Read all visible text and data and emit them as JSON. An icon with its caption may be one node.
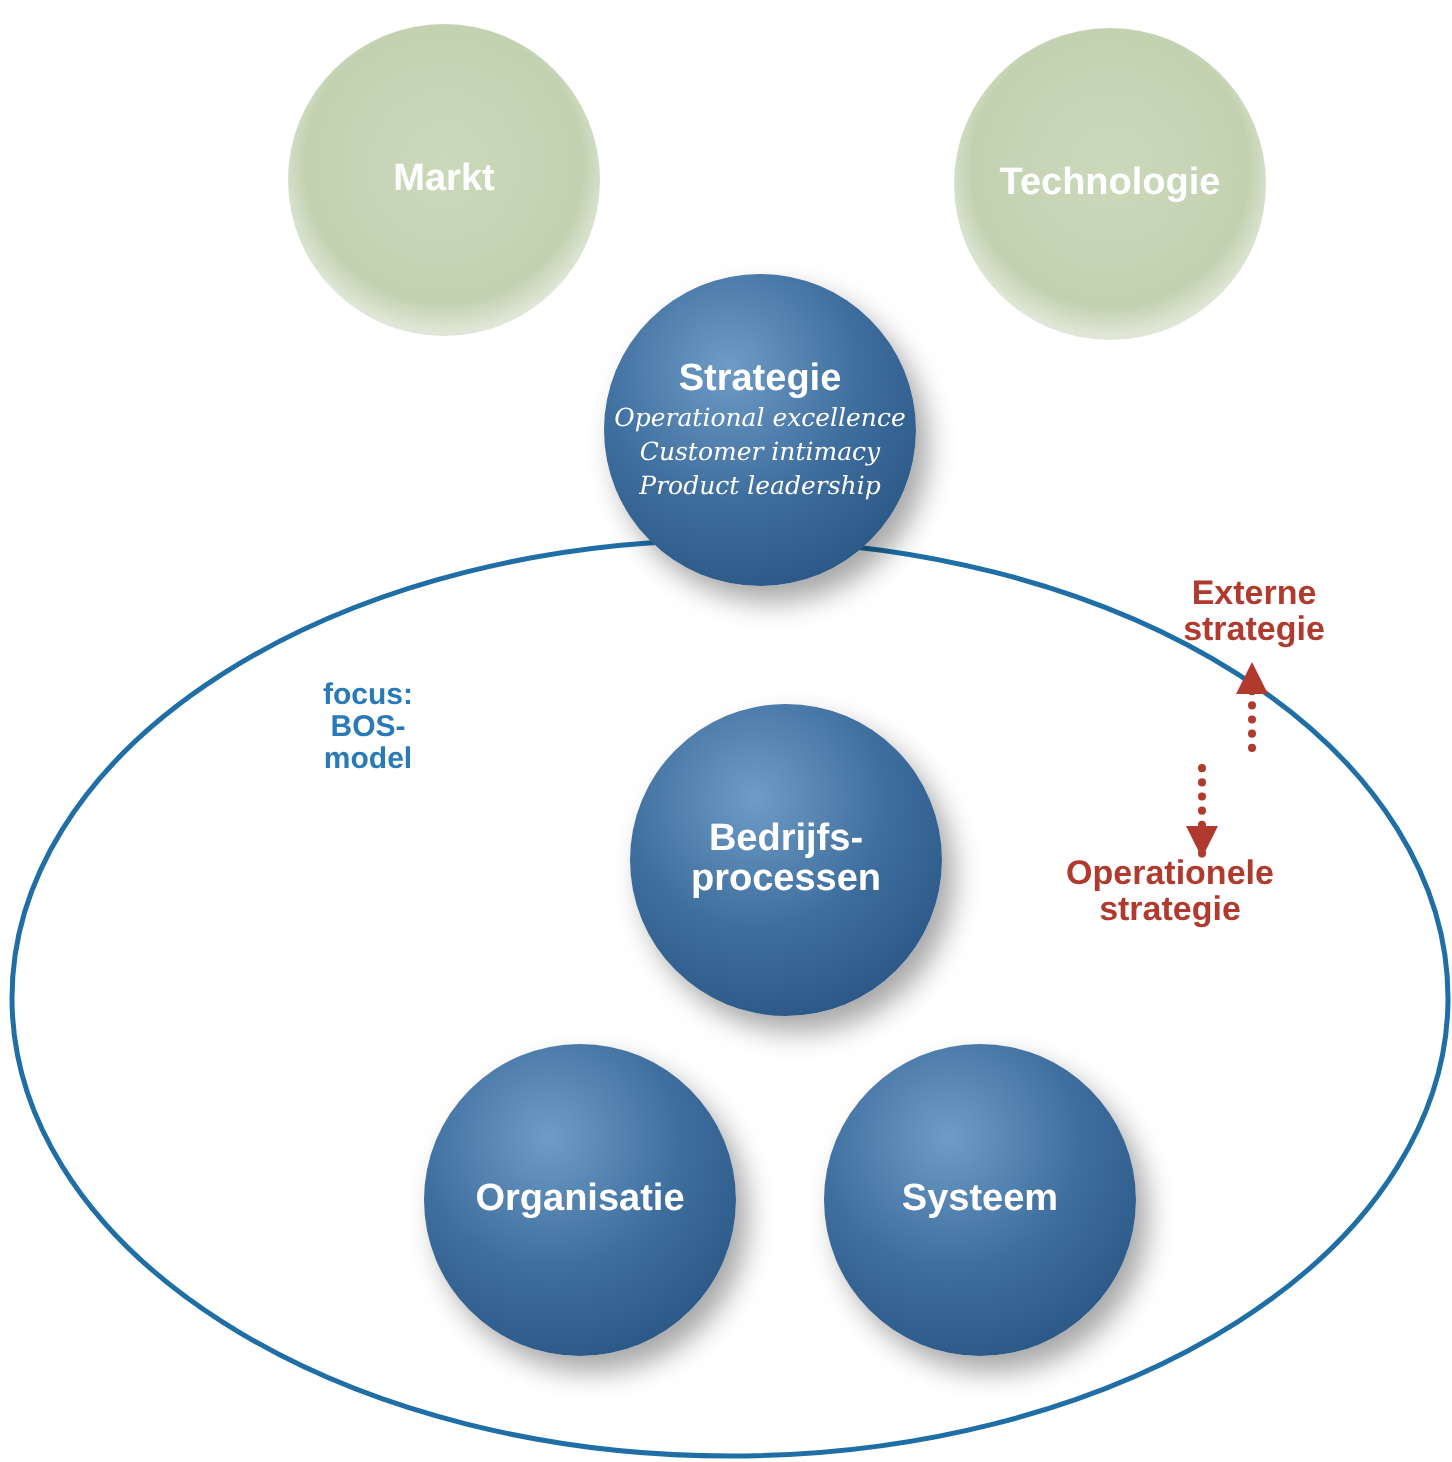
{
  "diagram": {
    "nodes": [
      {
        "text": [
          "Markt"
        ]
      },
      {
        "text": [
          "Technologie"
        ]
      },
      {
        "text": [
          "Strategie",
          "Operational excellence",
          "Customer intimacy",
          "Product leadership"
        ]
      },
      {
        "text": [
          "focus: BOS-model"
        ]
      },
      {
        "text": [
          "Bedrijfs- processen"
        ],
        "in": 3
      },
      {
        "text": [
          "Organisatie"
        ],
        "in": 3
      },
      {
        "text": [
          "Systeem"
        ],
        "in": 3
      },
      {
        "text": [
          "Externe strategie"
        ]
      },
      {
        "text": [
          "Operationele strategie"
        ],
        "in": 3
      }
    ],
    "edges": [
      {
        "from": null,
        "to": 7,
        "arrow": "to",
        "style": "dashed"
      },
      {
        "from": null,
        "to": 8,
        "arrow": "to",
        "style": "dashed"
      }
    ]
  }
}
